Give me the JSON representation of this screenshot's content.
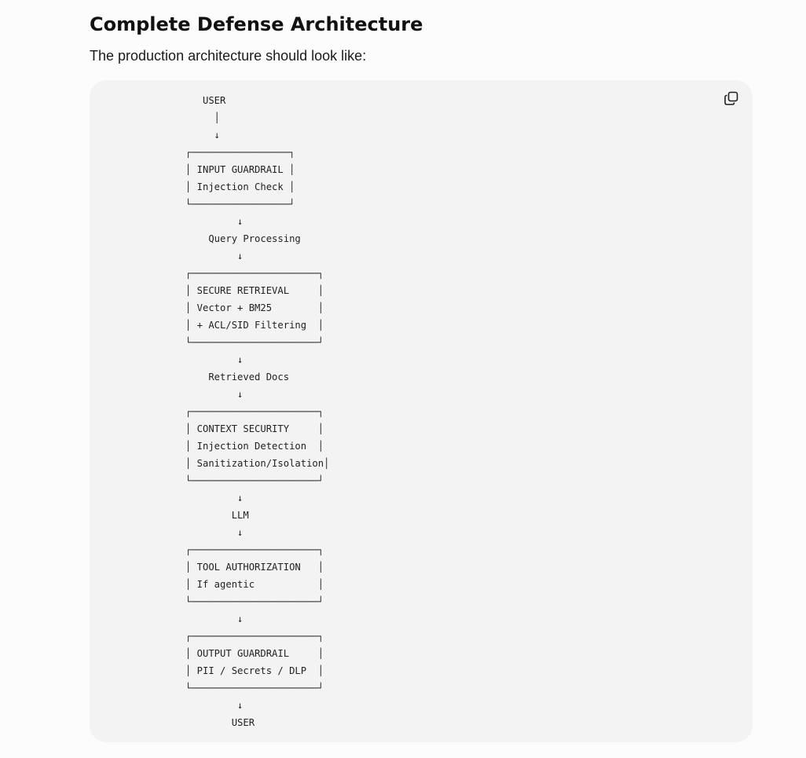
{
  "heading": "Complete Defense Architecture",
  "intro": "The production architecture should look like:",
  "code_block": {
    "copy_icon": "copy-icon",
    "content": "   USER\n     │\n     ↓\n┌─────────────────┐\n│ INPUT GUARDRAIL │\n│ Injection Check │\n└─────────────────┘\n         ↓\n    Query Processing\n         ↓\n┌──────────────────────┐\n│ SECURE RETRIEVAL     │\n│ Vector + BM25        │\n│ + ACL/SID Filtering  │\n└──────────────────────┘\n         ↓\n    Retrieved Docs\n         ↓\n┌──────────────────────┐\n│ CONTEXT SECURITY     │\n│ Injection Detection  │\n│ Sanitization/Isolation│\n└──────────────────────┘\n         ↓\n        LLM\n         ↓\n┌──────────────────────┐\n│ TOOL AUTHORIZATION   │\n│ If agentic           │\n└──────────────────────┘\n         ↓\n┌──────────────────────┐\n│ OUTPUT GUARDRAIL     │\n│ PII / Secrets / DLP  │\n└──────────────────────┘\n         ↓\n        USER"
  }
}
